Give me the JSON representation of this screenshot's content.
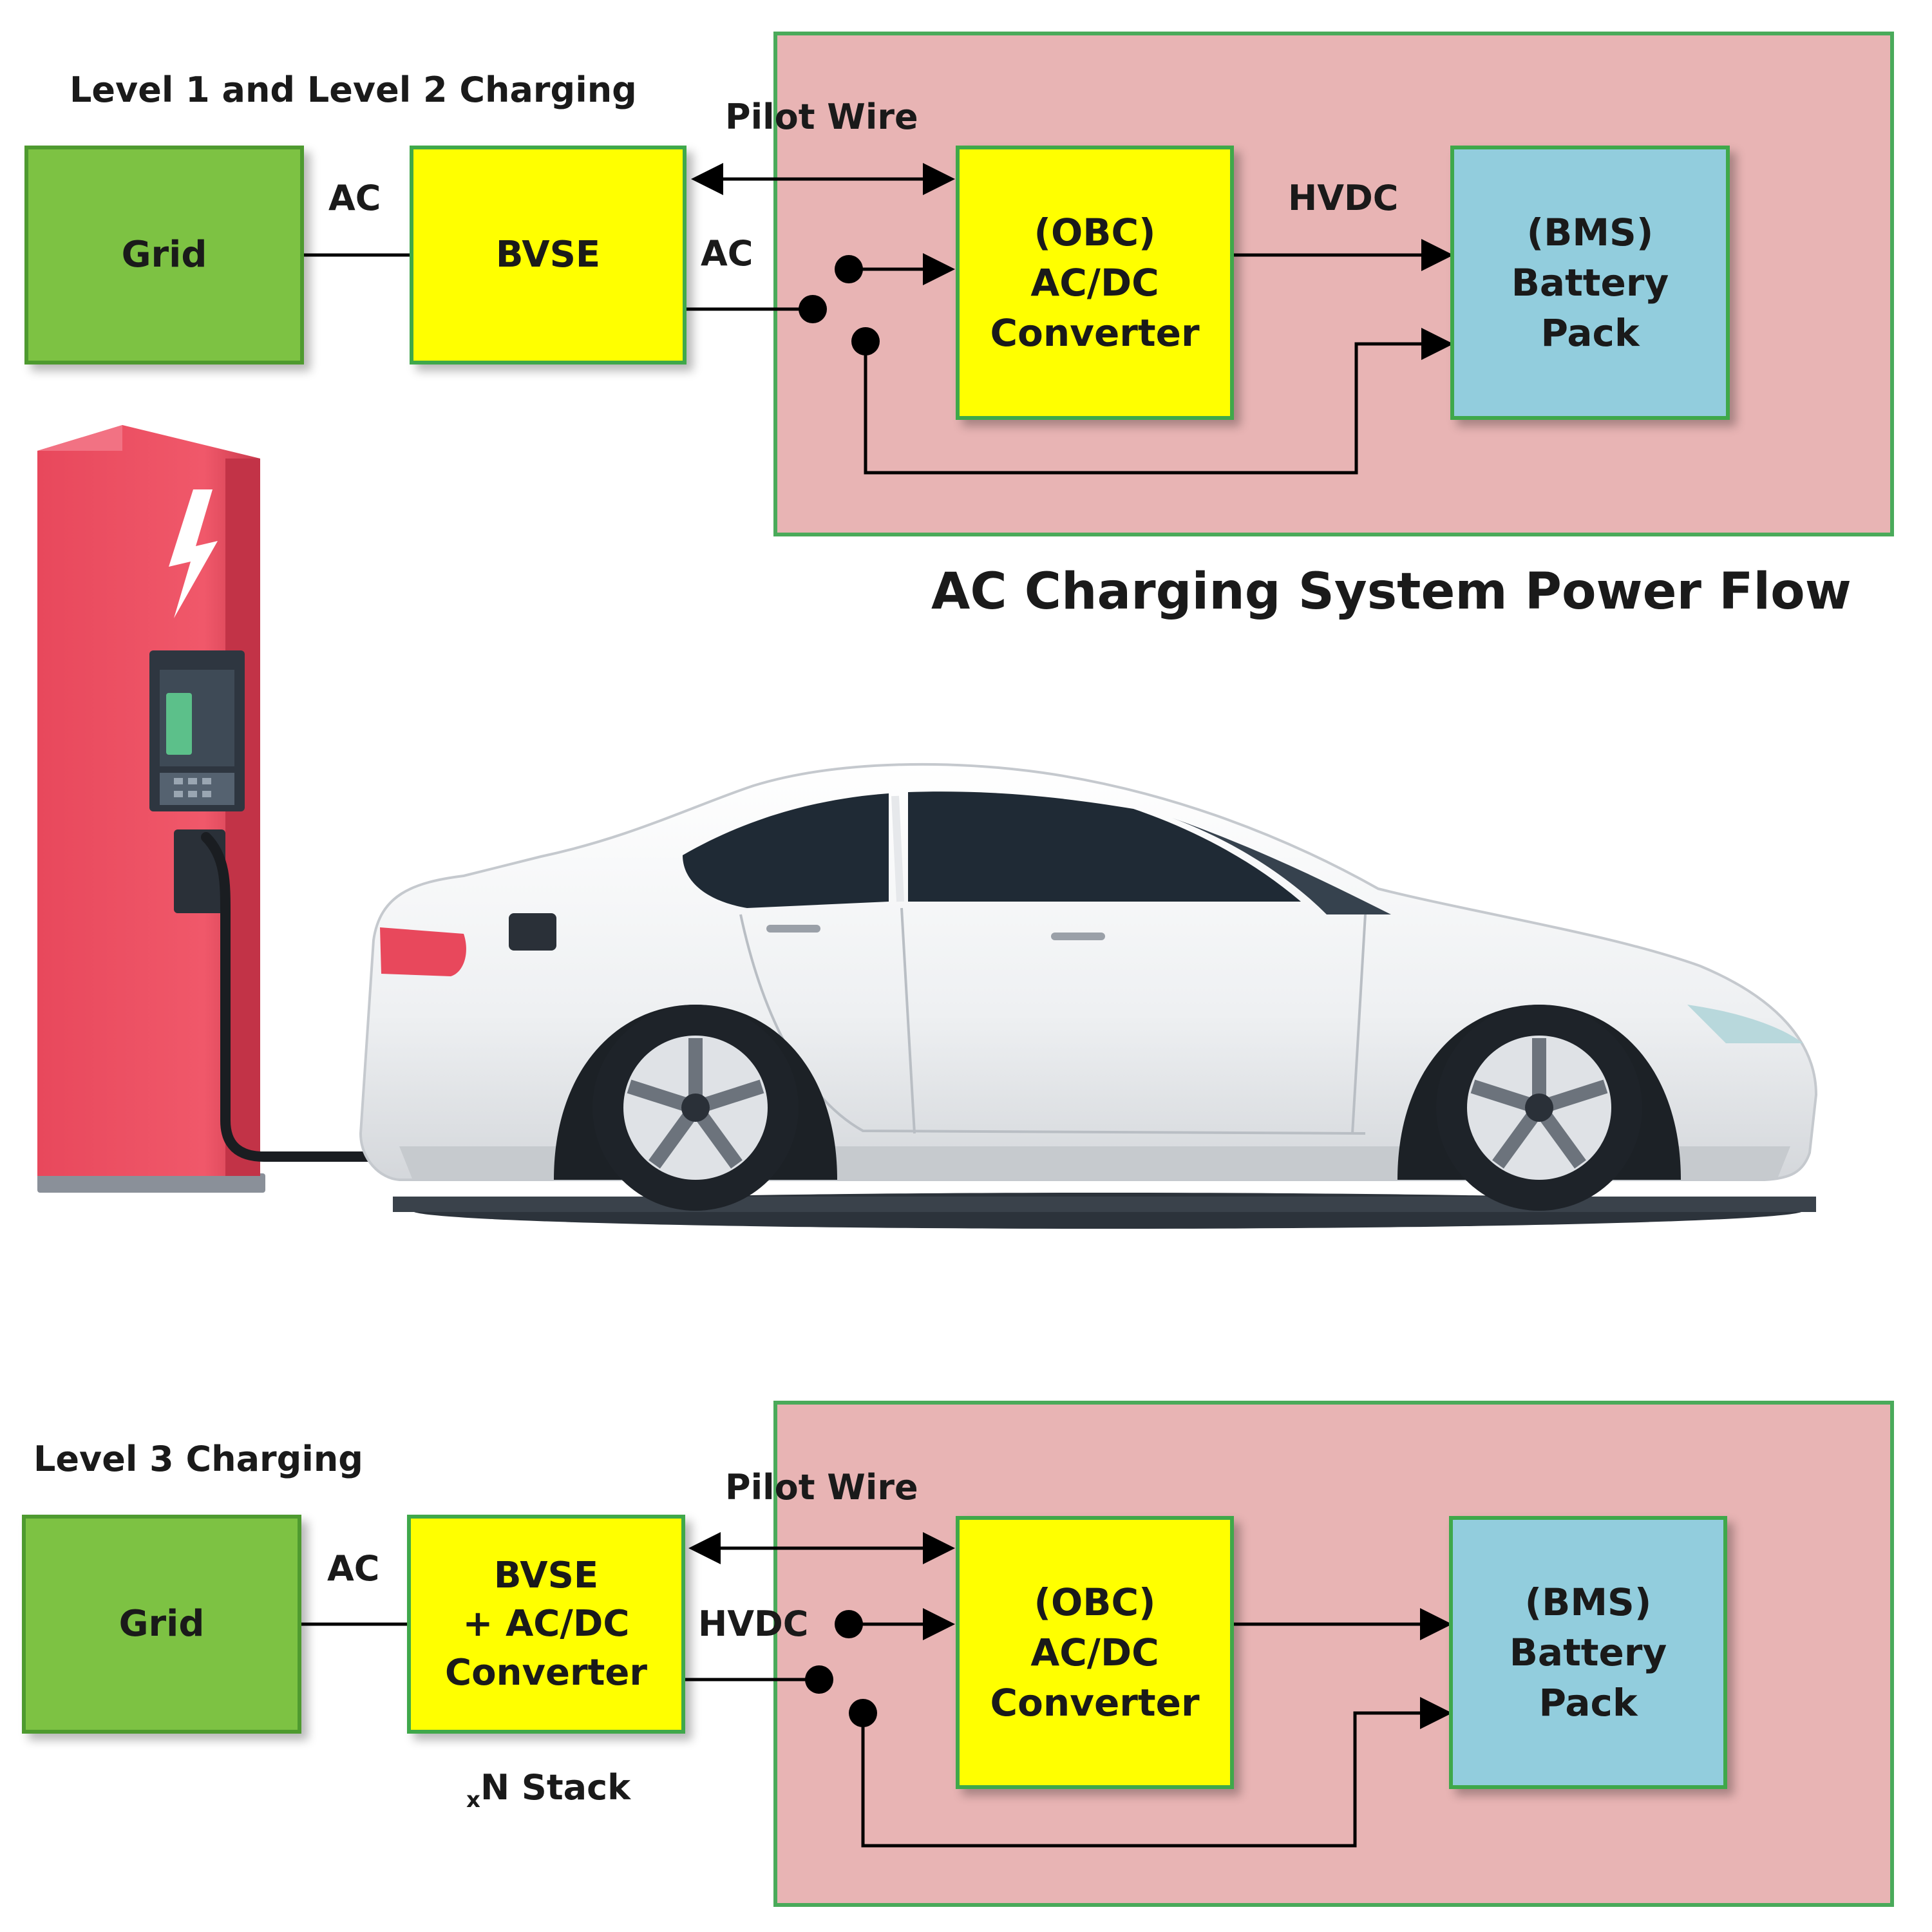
{
  "colors": {
    "grid_box": "#7dc243",
    "yellow_box": "#ffff00",
    "battery_box": "#92cddd",
    "vehicle_area": "#e8b4b4",
    "vehicle_border": "#4aaa5a",
    "charger_body": "#e84a5f"
  },
  "top": {
    "heading": "Level 1 and Level 2 Charging",
    "grid_label": "Grid",
    "evse_label": "BVSE",
    "ac_label_1": "AC",
    "ac_label_2": "AC",
    "pilot_label": "Pilot Wire",
    "obc_line1": "(OBC)",
    "obc_line2": "AC/DC",
    "obc_line3": "Converter",
    "hvdc_label": "HVDC",
    "bms_line1": "(BMS)",
    "bms_line2": "Battery",
    "bms_line3": "Pack",
    "caption": "AC Charging System Power Flow"
  },
  "bottom": {
    "heading": "Level 3 Charging",
    "grid_label": "Grid",
    "evse_line1": "BVSE",
    "evse_line2": "+ AC/DC",
    "evse_line3": "Converter",
    "stack_prefix": "x",
    "stack_label": "N Stack",
    "ac_label": "AC",
    "pilot_label": "Pilot Wire",
    "hvdc_label": "HVDC",
    "obc_line1": "(OBC)",
    "obc_line2": "AC/DC",
    "obc_line3": "Converter",
    "bms_line1": "(BMS)",
    "bms_line2": "Battery",
    "bms_line3": "Pack"
  },
  "illustration": {
    "charger_icon": "lightning-bolt-icon",
    "vehicle": "electric-car"
  }
}
